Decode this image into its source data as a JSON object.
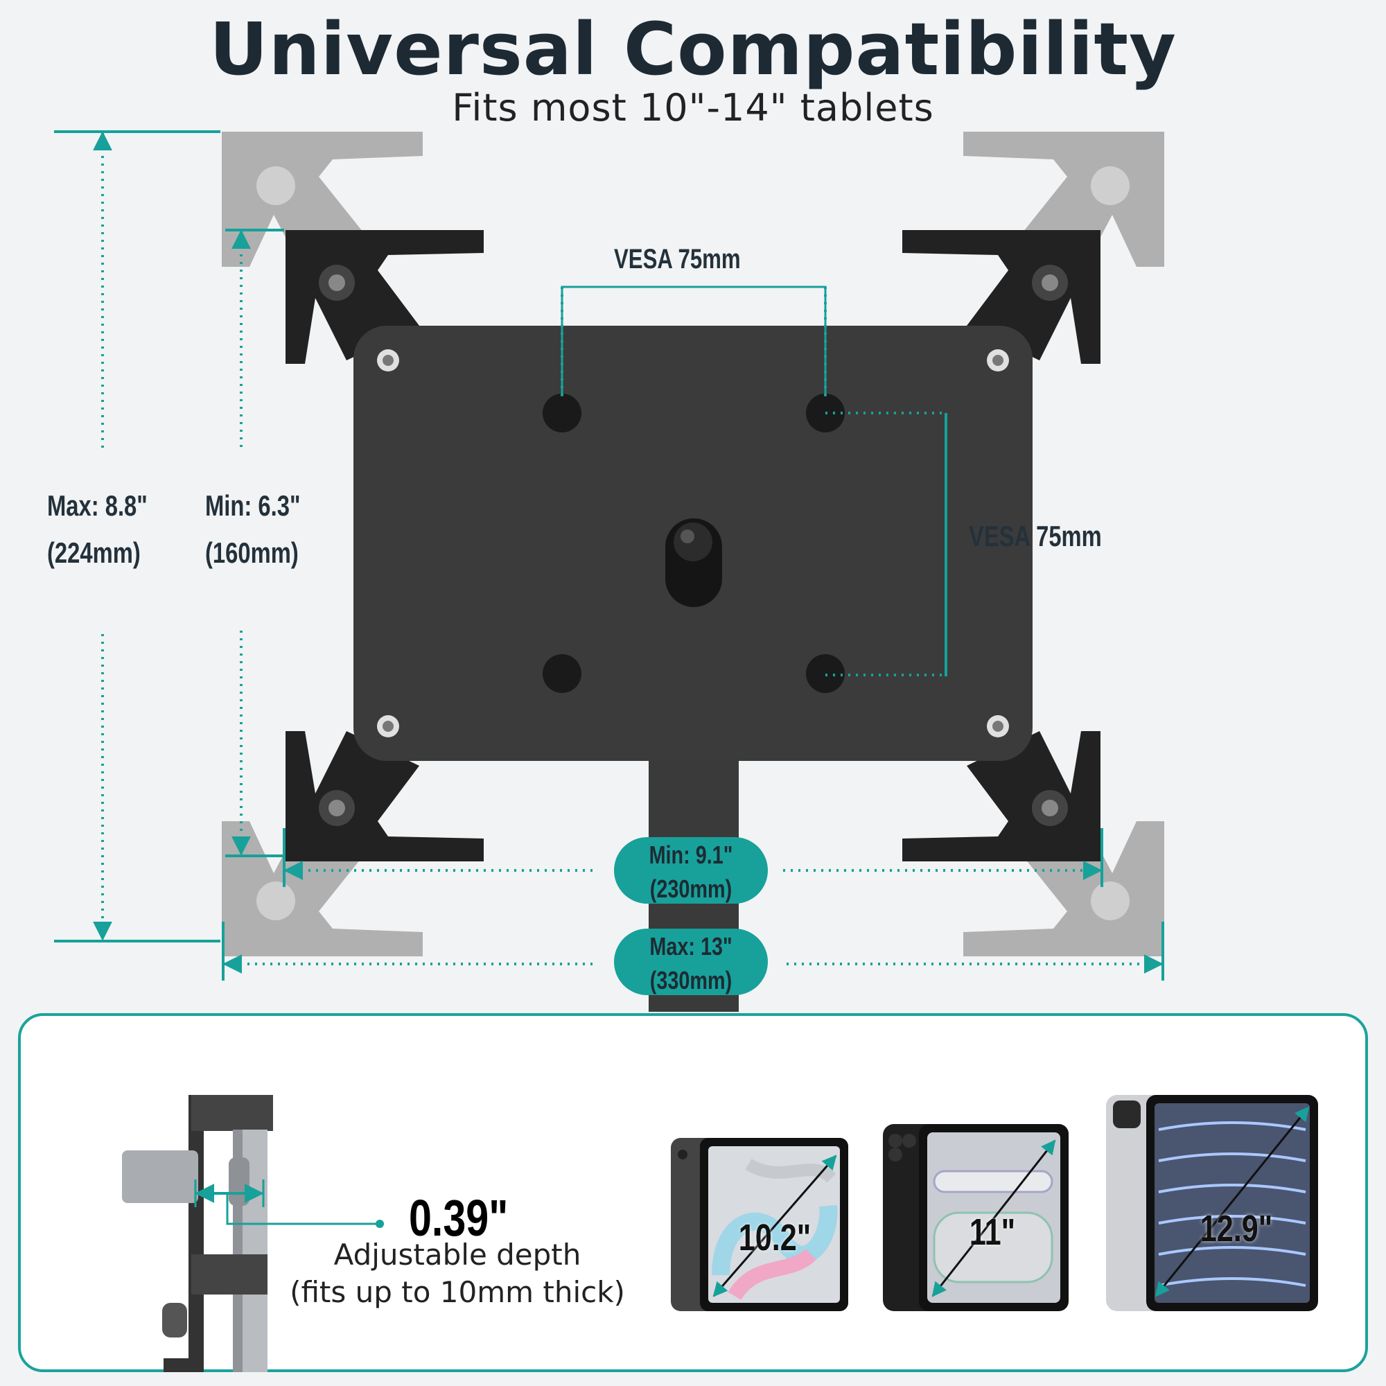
{
  "header": {
    "title": "Universal Compatibility",
    "subtitle": "Fits most 10\"-14\" tablets"
  },
  "dimensions": {
    "vesa_horizontal": "VESA 75mm",
    "vesa_vertical": "VESA 75mm",
    "height_max_line1": "Max: 8.8\"",
    "height_max_line2": "(224mm)",
    "height_min_line1": "Min: 6.3\"",
    "height_min_line2": "(160mm)",
    "width_min_line1": "Min: 9.1\"",
    "width_min_line2": "(230mm)",
    "width_max_line1": "Max: 13\"",
    "width_max_line2": "(330mm)"
  },
  "depth": {
    "value": "0.39\"",
    "caption_line1": "Adjustable depth",
    "caption_line2": "(fits up to 10mm thick)"
  },
  "tablets": [
    {
      "size": "10.2\""
    },
    {
      "size": "11\""
    },
    {
      "size": "12.9\""
    }
  ],
  "colors": {
    "accent": "#17a19a",
    "dark_text": "#1e2a33",
    "mount_black": "#2b2b2b",
    "background": "#f1f3f5"
  }
}
